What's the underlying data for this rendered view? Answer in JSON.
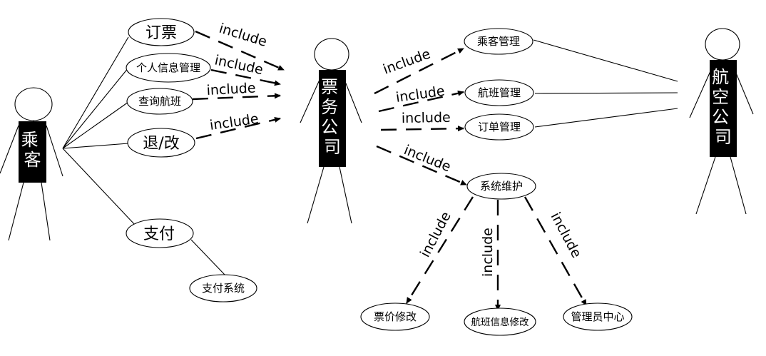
{
  "actors": {
    "passenger": "乘客",
    "ticket_company": "票务公司",
    "airline": "航空公司"
  },
  "usecases": {
    "book_ticket": "订票",
    "personal_info": "个人信息管理",
    "query_flight": "查询航班",
    "refund_change": "退/改",
    "payment": "支付",
    "payment_system": "支付系统",
    "passenger_mgmt": "乘客管理",
    "flight_mgmt": "航班管理",
    "order_mgmt": "订单管理",
    "system_maintenance": "系统维护",
    "price_modify": "票价修改",
    "flight_info_modify": "航班信息修改",
    "admin_center": "管理员中心"
  },
  "relation_label": "include"
}
